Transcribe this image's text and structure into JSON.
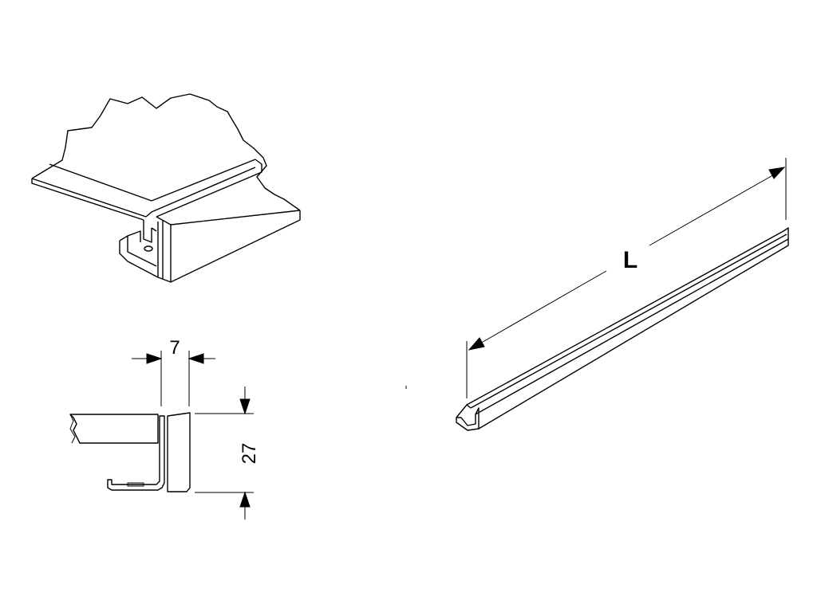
{
  "dimensions": {
    "width_label": "7",
    "height_label": "27",
    "length_label": "L"
  },
  "colors": {
    "line": "#000000",
    "dim_line": "#333333",
    "background": "#ffffff"
  }
}
